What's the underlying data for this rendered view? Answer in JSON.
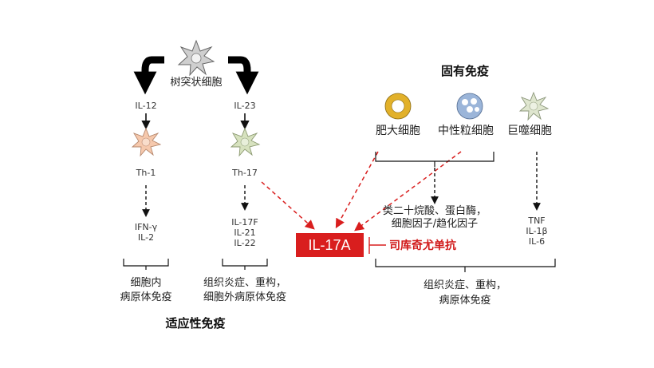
{
  "dendritic": {
    "label": "树突状细胞"
  },
  "left_branch": {
    "cytokine": "IL-12",
    "cell": "Th-1",
    "outputs": [
      "IFN-γ",
      "IL-2"
    ],
    "effect": [
      "细胞内",
      "病原体免疫"
    ]
  },
  "right_branch": {
    "cytokine": "IL-23",
    "cell": "Th-17",
    "outputs": [
      "IL-17F",
      "IL-21",
      "IL-22"
    ],
    "effect": [
      "组织炎症、重构，",
      "细胞外病原体免疫"
    ]
  },
  "adaptive": {
    "title": "适应性免疫"
  },
  "innate": {
    "title": "固有免疫",
    "cells": [
      "肥大细胞",
      "中性粒细胞",
      "巨噬细胞"
    ],
    "mediators": [
      "类二十烷酸、蛋白酶，",
      "细胞因子/趋化因子"
    ],
    "macrophage_outputs": [
      "TNF",
      "IL-1β",
      "IL-6"
    ],
    "effect": [
      "组织炎症、重构，",
      "病原体免疫"
    ]
  },
  "center": {
    "label": "IL-17A",
    "drug": "司库奇尤单抗"
  },
  "colors": {
    "red": "#d91e1e",
    "mast_ring": "#e2b12a",
    "neutrophil": "#9bb5d9",
    "th1_fill": "#f6c9ad",
    "th17_fill": "#d7e2bf",
    "dendritic_fill": "#cfcfcf"
  }
}
